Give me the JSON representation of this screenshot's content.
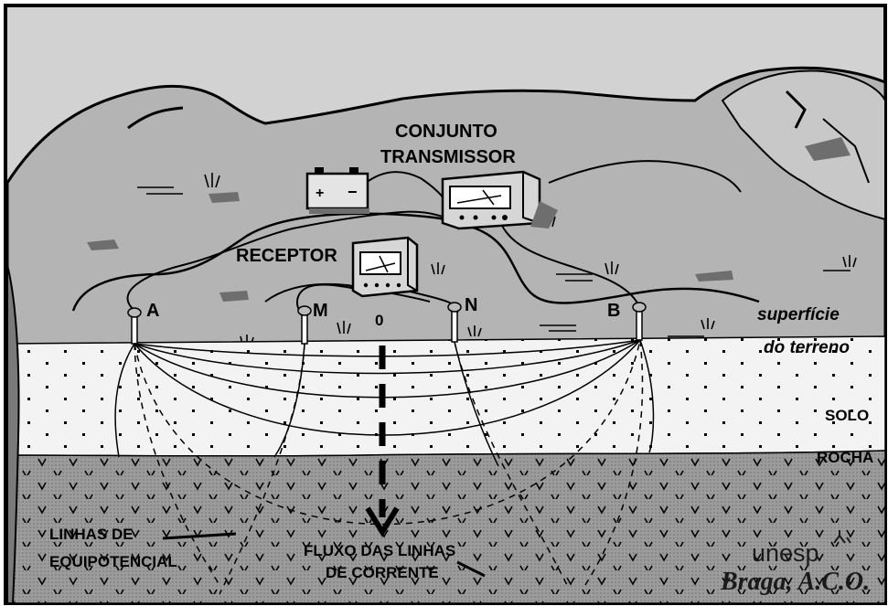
{
  "labels": {
    "transmitter_line1": "CONJUNTO",
    "transmitter_line2": "TRANSMISSOR",
    "receiver": "RECEPTOR",
    "electrode_a": "A",
    "electrode_m": "M",
    "center_o": "0",
    "electrode_n": "N",
    "electrode_b": "B",
    "surface_line1": "superfície",
    "surface_line2": "do terreno",
    "soil": "SOLO",
    "rock": "ROCHA",
    "equipotential_line1": "LINHAS DE",
    "equipotential_line2": "EQUIPOTENCIAL",
    "current_flow_line1": "FLUXO DAS LINHAS",
    "current_flow_line2": "DE CORRENTE",
    "logo_text": "unesp",
    "credit": "Braga, A.C.O."
  },
  "colors": {
    "sky": "#d2d2d2",
    "hill": "#b4b4b4",
    "hill_dark": "#8a8a8a",
    "soil": "#f3f3f3",
    "rock": "#9c9c9c",
    "outline": "#000000"
  },
  "icons": {
    "battery": "battery-icon",
    "transmitter": "transmitter-meter-icon",
    "receiver": "receiver-meter-icon",
    "arrow": "down-arrow-icon",
    "logo": "unesp-logo"
  }
}
